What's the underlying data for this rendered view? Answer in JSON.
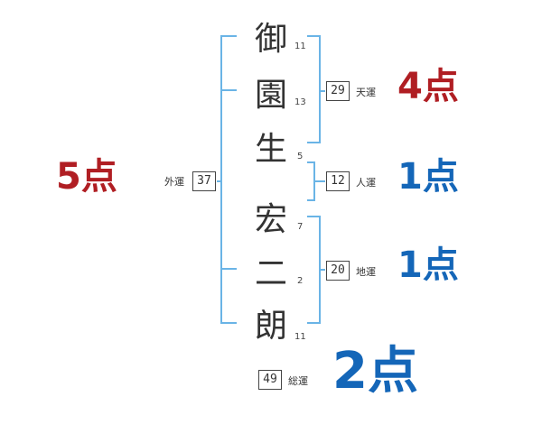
{
  "name_chars": [
    {
      "char": "御",
      "strokes": "11"
    },
    {
      "char": "園",
      "strokes": "13"
    },
    {
      "char": "生",
      "strokes": "5"
    },
    {
      "char": "宏",
      "strokes": "7"
    },
    {
      "char": "二",
      "strokes": "2"
    },
    {
      "char": "朗",
      "strokes": "11"
    }
  ],
  "fortunes": {
    "gaiun": {
      "label": "外運",
      "value": "37",
      "score": "5",
      "unit": "点",
      "color": "#b01e23"
    },
    "tenun": {
      "label": "天運",
      "value": "29",
      "score": "4",
      "unit": "点",
      "color": "#b01e23"
    },
    "jinun": {
      "label": "人運",
      "value": "12",
      "score": "1",
      "unit": "点",
      "color": "#1466b8"
    },
    "chiun": {
      "label": "地運",
      "value": "20",
      "score": "1",
      "unit": "点",
      "color": "#1466b8"
    },
    "souun": {
      "label": "総運",
      "value": "49",
      "score": "2",
      "unit": "点",
      "color": "#1466b8"
    }
  },
  "colors": {
    "bracket": "#6ab4e6",
    "text": "#333333"
  }
}
